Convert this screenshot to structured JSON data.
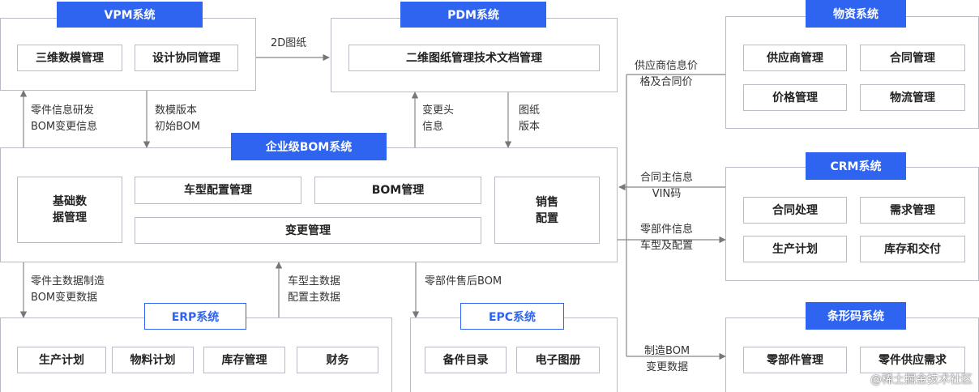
{
  "systems": {
    "vpm": {
      "title": "VPM系统",
      "items": [
        "三维数模管理",
        "设计协同管理"
      ]
    },
    "pdm": {
      "title": "PDM系统",
      "items": [
        "二维图纸管理技术文档管理"
      ]
    },
    "material": {
      "title": "物资系统",
      "items": [
        "供应商管理",
        "合同管理",
        "价格管理",
        "物流管理"
      ]
    },
    "bom": {
      "title": "企业级BOM系统",
      "items": [
        "基础数\n据管理",
        "车型配置管理",
        "BOM管理",
        "变更管理",
        "销售\n配置"
      ]
    },
    "crm": {
      "title": "CRM系统",
      "items": [
        "合同处理",
        "需求管理",
        "生产计划",
        "库存和交付"
      ]
    },
    "erp": {
      "title": "ERP系统",
      "items": [
        "生产计划",
        "物料计划",
        "库存管理",
        "财务"
      ]
    },
    "epc": {
      "title": "EPC系统",
      "items": [
        "备件目录",
        "电子图册"
      ]
    },
    "barcode": {
      "title": "条形码系统",
      "items": [
        "零部件管理",
        "零件供应需求"
      ]
    }
  },
  "flows": {
    "vpm_pdm": "2D图纸",
    "vpm_bom_up": "零件信息研发\nBOM变更信息",
    "vpm_bom_down": "数模版本\n初始BOM",
    "pdm_bom_up": "变更头\n信息",
    "pdm_bom_down": "图纸\n版本",
    "material_bom": "供应商信息价\n格及合同价",
    "crm_bom": "合同主信息\nVIN码",
    "bom_crm": "零部件信息\n车型及配置",
    "bom_erp_down": "零件主数据制造\nBOM变更数据",
    "erp_bom_up": "车型主数据\n配置主数据",
    "bom_epc": "零部件售后BOM",
    "bom_barcode": "制造BOM\n变更数据"
  },
  "watermark": "@稀土掘金技术社区"
}
